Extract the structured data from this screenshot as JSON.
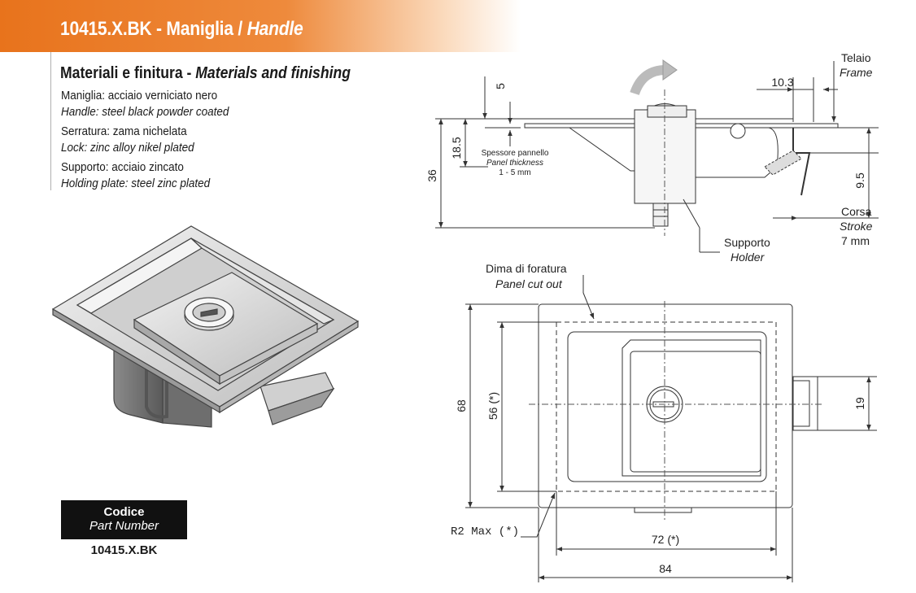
{
  "header": {
    "code": "10415.X.BK - Maniglia /",
    "title_en": "Handle",
    "accent_color": "#e8731c"
  },
  "materials": {
    "title_it": "Materiali e finitura -",
    "title_en": "Materials and finishing",
    "items": [
      {
        "it": "Maniglia: acciaio verniciato nero",
        "en": "Handle: steel black powder coated"
      },
      {
        "it": "Serratura: zama nichelata",
        "en": "Lock: zinc alloy nikel plated"
      },
      {
        "it": "Supporto: acciaio zincato",
        "en": "Holding plate: steel zinc plated"
      }
    ]
  },
  "part": {
    "label_it": "Codice",
    "label_en": "Part Number",
    "value": "10415.X.BK"
  },
  "side_view": {
    "dim_5": "5",
    "dim_18_5": "18.5",
    "dim_36": "36",
    "dim_10_3": "10.3",
    "dim_9_5": "9.5",
    "panel_thickness_it": "Spessore pannello",
    "panel_thickness_en": "Panel thickness",
    "panel_thickness_range": "1 - 5 mm",
    "frame_it": "Telaio",
    "frame_en": "Frame",
    "stroke_it": "Corsa",
    "stroke_en": "Stroke",
    "stroke_value": "7 mm",
    "holder_it": "Supporto",
    "holder_en": "Holder"
  },
  "front_view": {
    "cutout_it": "Dima di foratura",
    "cutout_en": "Panel cut out",
    "dim_68": "68",
    "dim_56": "56 (*)",
    "dim_19": "19",
    "dim_72": "72 (*)",
    "dim_84": "84",
    "radius": "R2 Max (*)"
  }
}
